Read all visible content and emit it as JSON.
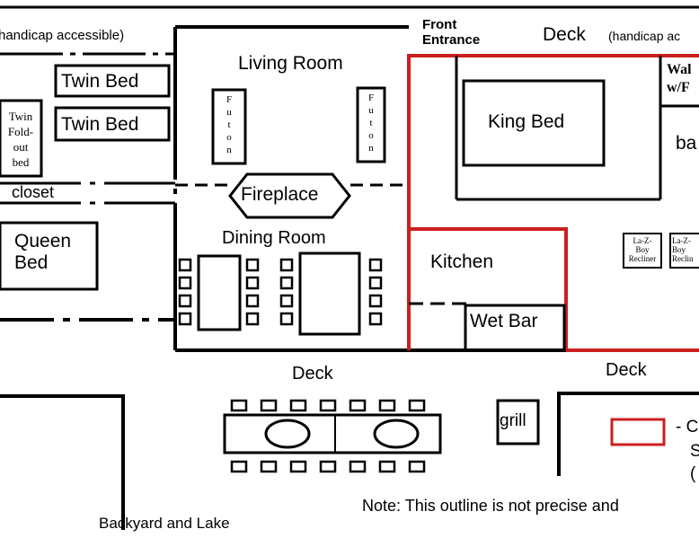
{
  "labels": {
    "handicap_left": "handicap accessible)",
    "front_entrance_line1": "Front",
    "front_entrance_line2": "Entrance",
    "deck_top": "Deck",
    "deck_top_note": "(handicap ac",
    "living_room": "Living Room",
    "twin_bed_1": "Twin Bed",
    "twin_bed_2": "Twin Bed",
    "twin_foldout": [
      "Twin",
      "Fold-",
      "out",
      "bed"
    ],
    "closet": "closet",
    "queen_bed_line1": "Queen",
    "queen_bed_line2": "Bed",
    "futon_left": [
      "F",
      "u",
      "t",
      "o",
      "n"
    ],
    "futon_right": [
      "F",
      "u",
      "t",
      "o",
      "n"
    ],
    "fireplace": "Fireplace",
    "dining_room": "Dining Room",
    "king_bed": "King Bed",
    "walk_line1": "Wal",
    "walk_line2": "w/F",
    "bath": "ba",
    "kitchen": "Kitchen",
    "wet_bar": "Wet Bar",
    "recliner_1": [
      "La-Z-",
      "Boy",
      "Recliner"
    ],
    "recliner_2": [
      "La-Z-",
      "Boy",
      "Reclin"
    ],
    "deck_bottom_left": "Deck",
    "deck_bottom_right": "Deck",
    "grill": "grill",
    "legend_dash": "- C",
    "legend_s": "S",
    "legend_paren": "(",
    "note": "Note: This outline is not precise and",
    "backyard": "Backyard and Lake"
  },
  "colors": {
    "wall": "#000000",
    "highlight": "#cc1f1f",
    "background": "#ffffff"
  }
}
